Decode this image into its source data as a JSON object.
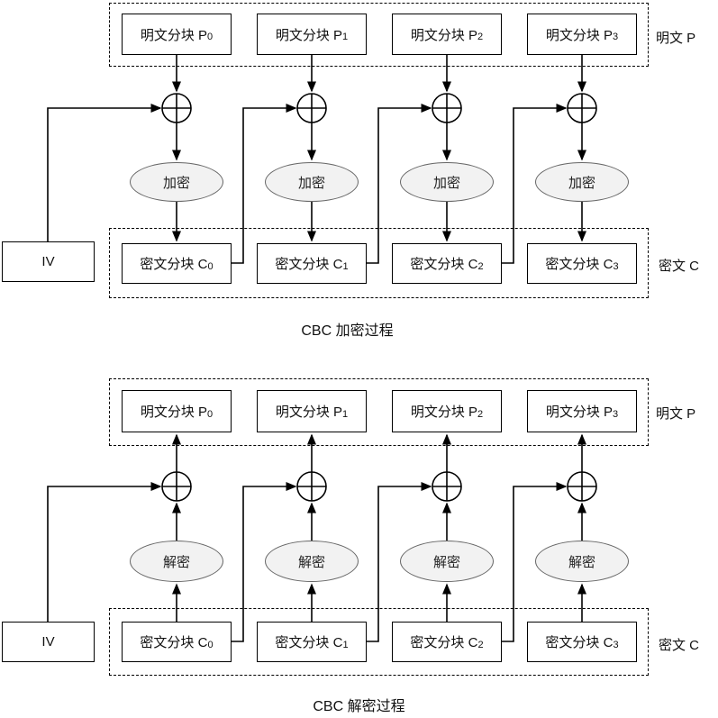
{
  "colors": {
    "line": "#000000",
    "box_fill": "#ffffff",
    "ellipse_fill": "#f2f2f2",
    "ellipse_stroke": "#666666",
    "text": "#111111"
  },
  "encryption": {
    "caption": "CBC 加密过程",
    "plaintext_group_label": "明文 P",
    "ciphertext_group_label": "密文 C",
    "iv_label": "IV",
    "operation": "加密",
    "plaintext_blocks": [
      {
        "text": "明文分块 P",
        "sub": "0"
      },
      {
        "text": "明文分块 P",
        "sub": "1"
      },
      {
        "text": "明文分块 P",
        "sub": "2"
      },
      {
        "text": "明文分块 P",
        "sub": "3"
      }
    ],
    "ciphertext_blocks": [
      {
        "text": "密文分块 C",
        "sub": "0"
      },
      {
        "text": "密文分块 C",
        "sub": "1"
      },
      {
        "text": "密文分块 C",
        "sub": "2"
      },
      {
        "text": "密文分块 C",
        "sub": "3"
      }
    ]
  },
  "decryption": {
    "caption": "CBC 解密过程",
    "plaintext_group_label": "明文 P",
    "ciphertext_group_label": "密文 C",
    "iv_label": "IV",
    "operation": "解密",
    "plaintext_blocks": [
      {
        "text": "明文分块 P",
        "sub": "0"
      },
      {
        "text": "明文分块 P",
        "sub": "1"
      },
      {
        "text": "明文分块 P",
        "sub": "2"
      },
      {
        "text": "明文分块 P",
        "sub": "3"
      }
    ],
    "ciphertext_blocks": [
      {
        "text": "密文分块 C",
        "sub": "0"
      },
      {
        "text": "密文分块 C",
        "sub": "1"
      },
      {
        "text": "密文分块 C",
        "sub": "2"
      },
      {
        "text": "密文分块 C",
        "sub": "3"
      }
    ]
  }
}
